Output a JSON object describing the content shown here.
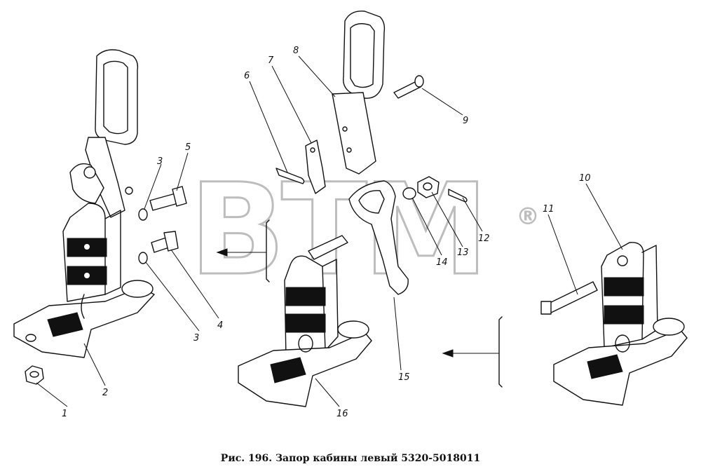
{
  "figure": {
    "caption": "Рис. 196. Запор кабины левый 5320-5018011",
    "watermark_text": "ВТМ",
    "watermark_mark": "®",
    "watermark_color": "#c8c8c8"
  },
  "callouts": [
    {
      "id": "c1a",
      "text": "1"
    },
    {
      "id": "c2",
      "text": "2"
    },
    {
      "id": "c3a",
      "text": "3"
    },
    {
      "id": "c3b",
      "text": "3"
    },
    {
      "id": "c4",
      "text": "4"
    },
    {
      "id": "c5",
      "text": "5"
    },
    {
      "id": "c6",
      "text": "6"
    },
    {
      "id": "c7",
      "text": "7"
    },
    {
      "id": "c8",
      "text": "8"
    },
    {
      "id": "c9",
      "text": "9"
    },
    {
      "id": "c10",
      "text": "10"
    },
    {
      "id": "c11",
      "text": "11"
    },
    {
      "id": "c12",
      "text": "12"
    },
    {
      "id": "c13",
      "text": "13"
    },
    {
      "id": "c14",
      "text": "14"
    },
    {
      "id": "c15",
      "text": "15"
    },
    {
      "id": "c16",
      "text": "16"
    }
  ]
}
